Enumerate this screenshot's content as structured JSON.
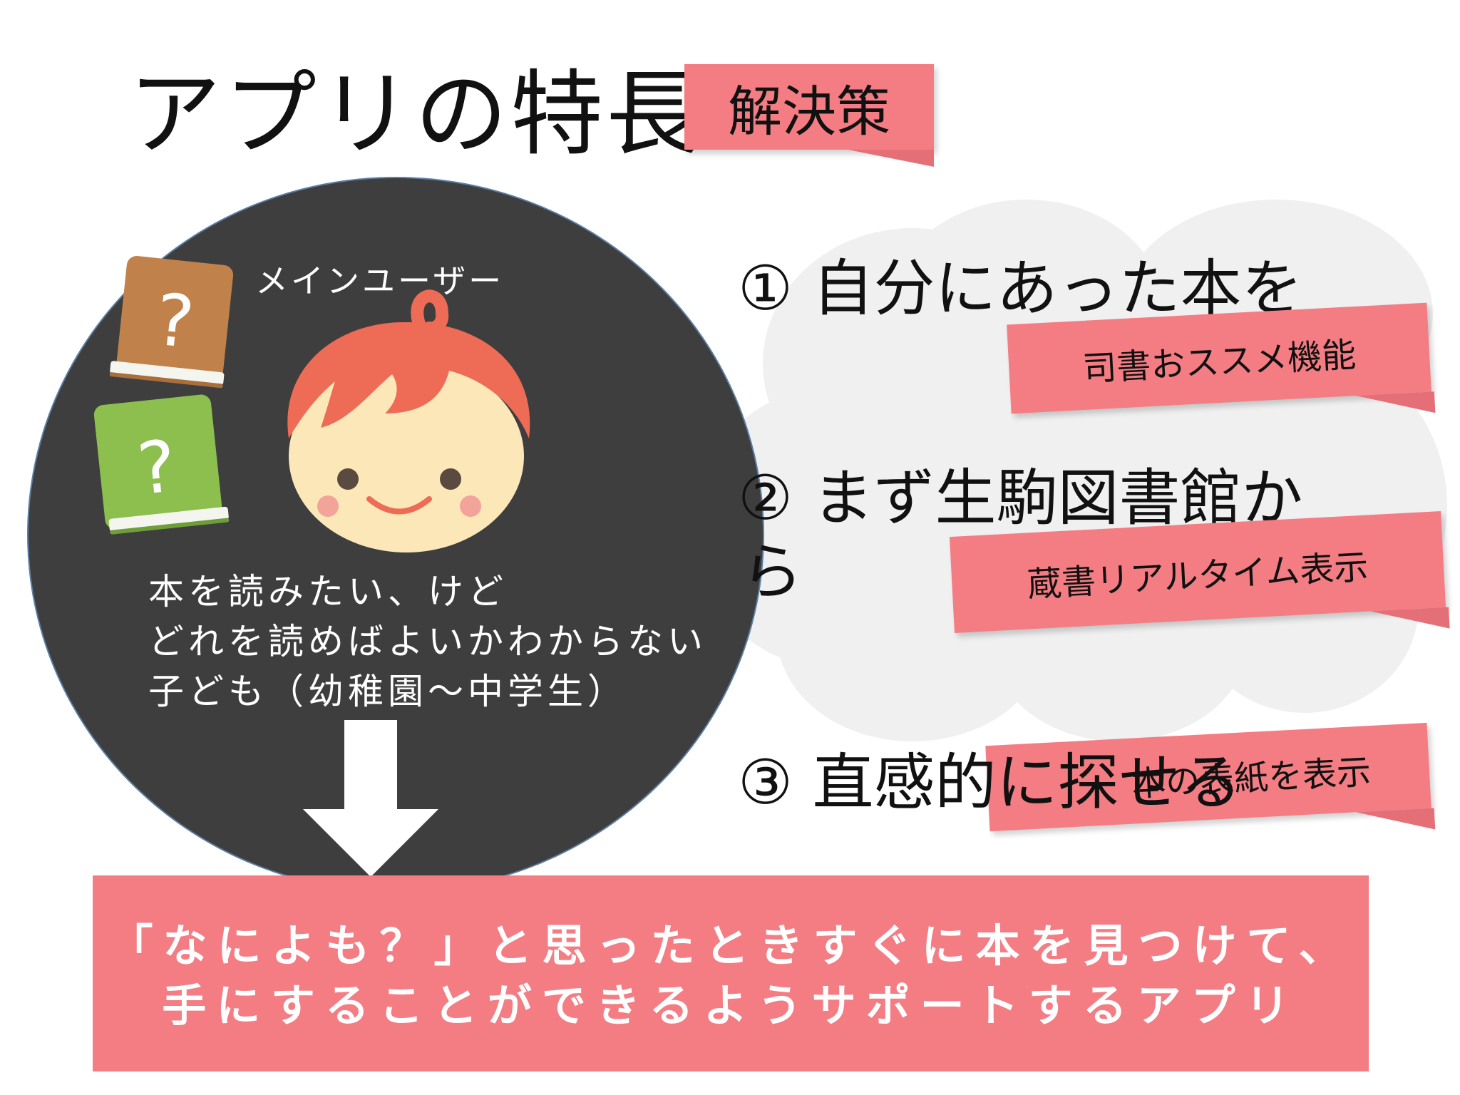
{
  "title": "アプリの特長",
  "solution_tag": "解決策",
  "user": {
    "label": "メインユーザー",
    "description": [
      "本を読みたい、けど",
      "どれを読めばよいかわからない",
      "子ども（幼稚園～中学生）"
    ]
  },
  "features": [
    {
      "number": "①",
      "text": "自分にあった本を",
      "tag": "司書おススメ機能"
    },
    {
      "number": "②",
      "text": "まず生駒図書館か",
      "text_cont": "ら",
      "tag": "蔵書リアルタイム表示"
    },
    {
      "number": "③",
      "text": "直感的に探せる",
      "tag": "本の表紙を表示"
    }
  ],
  "book_icons": [
    "?",
    "?"
  ],
  "summary": {
    "line1": "「なによも？」と思ったときすぐに本を見つけて、",
    "line2": "手にすることができるようサポートするアプリ"
  },
  "colors": {
    "accent_pink": "#f47d83",
    "circle_dark": "#3f3e3f",
    "cloud_gray": "#f0f0f1",
    "book_brown": "#c0824a",
    "book_green": "#8dbf4f",
    "hair": "#ee6b55",
    "face": "#fbe7b8"
  }
}
